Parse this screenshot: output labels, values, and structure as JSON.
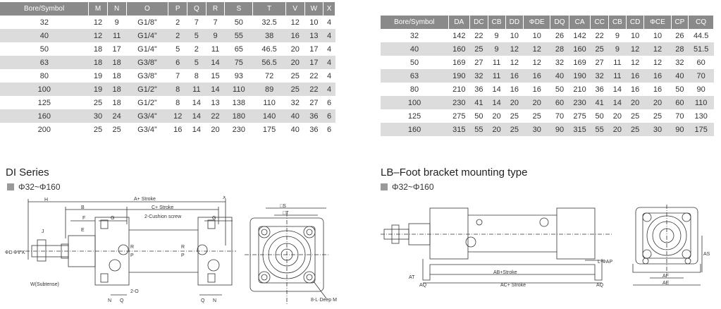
{
  "tableA": {
    "headers": [
      "Bore/Symbol",
      "M",
      "N",
      "O",
      "P",
      "Q",
      "R",
      "S",
      "T",
      "V",
      "W",
      "X"
    ],
    "rows": [
      [
        "32",
        "12",
        "9",
        "G1/8”",
        "2",
        "7",
        "7",
        "50",
        "32.5",
        "12",
        "10",
        "4"
      ],
      [
        "40",
        "12",
        "11",
        "G1/4”",
        "2",
        "5",
        "9",
        "55",
        "38",
        "16",
        "13",
        "4"
      ],
      [
        "50",
        "18",
        "17",
        "G1/4”",
        "5",
        "2",
        "11",
        "65",
        "46.5",
        "20",
        "17",
        "4"
      ],
      [
        "63",
        "18",
        "18",
        "G3/8”",
        "6",
        "5",
        "14",
        "75",
        "56.5",
        "20",
        "17",
        "4"
      ],
      [
        "80",
        "19",
        "18",
        "G3/8”",
        "7",
        "8",
        "15",
        "93",
        "72",
        "25",
        "22",
        "4"
      ],
      [
        "100",
        "19",
        "18",
        "G1/2”",
        "8",
        "11",
        "14",
        "110",
        "89",
        "25",
        "22",
        "4"
      ],
      [
        "125",
        "25",
        "18",
        "G1/2”",
        "8",
        "14",
        "13",
        "138",
        "110",
        "32",
        "27",
        "6"
      ],
      [
        "160",
        "30",
        "24",
        "G3/4”",
        "12",
        "14",
        "22",
        "180",
        "140",
        "40",
        "36",
        "6"
      ],
      [
        "200",
        "25",
        "25",
        "G3/4”",
        "16",
        "14",
        "20",
        "230",
        "175",
        "40",
        "36",
        "6"
      ]
    ]
  },
  "tableB": {
    "headers": [
      "Bore/Symbol",
      "DA",
      "DC",
      "CB",
      "DD",
      "ΦDE",
      "DQ",
      "CA",
      "CC",
      "CB",
      "CD",
      "ΦCE",
      "CP",
      "CQ"
    ],
    "rows": [
      [
        "32",
        "142",
        "22",
        "9",
        "10",
        "10",
        "26",
        "142",
        "22",
        "9",
        "10",
        "10",
        "26",
        "44.5"
      ],
      [
        "40",
        "160",
        "25",
        "9",
        "12",
        "12",
        "28",
        "160",
        "25",
        "9",
        "12",
        "12",
        "28",
        "51.5"
      ],
      [
        "50",
        "169",
        "27",
        "11",
        "12",
        "12",
        "32",
        "169",
        "27",
        "11",
        "12",
        "12",
        "32",
        "60"
      ],
      [
        "63",
        "190",
        "32",
        "11",
        "16",
        "16",
        "40",
        "190",
        "32",
        "11",
        "16",
        "16",
        "40",
        "70"
      ],
      [
        "80",
        "210",
        "36",
        "14",
        "16",
        "16",
        "50",
        "210",
        "36",
        "14",
        "16",
        "16",
        "50",
        "90"
      ],
      [
        "100",
        "230",
        "41",
        "14",
        "20",
        "20",
        "60",
        "230",
        "41",
        "14",
        "20",
        "20",
        "60",
        "110"
      ],
      [
        "125",
        "275",
        "50",
        "20",
        "25",
        "25",
        "70",
        "275",
        "50",
        "20",
        "25",
        "25",
        "70",
        "130"
      ],
      [
        "160",
        "315",
        "55",
        "20",
        "25",
        "30",
        "90",
        "315",
        "55",
        "20",
        "25",
        "30",
        "90",
        "175"
      ]
    ]
  },
  "sections": {
    "di": {
      "title": "DI Series",
      "subtitle": "Φ32~Φ160"
    },
    "lb": {
      "title": "LB–Foot bracket mounting type",
      "subtitle": "Φ32~Φ160"
    }
  },
  "drawing_di": {
    "H": "H",
    "A_stroke": "A+ Stroke",
    "B": "B",
    "C_stroke": "C+ Stroke",
    "X": "X",
    "F": "F",
    "G": "G",
    "cushion": "2-Cushion screw",
    "E": "E",
    "J": "J",
    "phiD": "ΦD",
    "phiV": "ΦV",
    "K": "K",
    "P": "P",
    "R": "R",
    "W": "W(Subtense)",
    "N": "N",
    "O": "2-O",
    "Q": "Q",
    "S": "□S",
    "T": "□T",
    "L": "8-L·Deep M"
  },
  "drawing_lb": {
    "L_phiAP": "L-ΦAP",
    "AB": "AB+Stroke",
    "AC": "AC+ Stroke",
    "AQ": "AQ",
    "AT": "AT",
    "AS": "AS",
    "AF": "AF",
    "AE": "AE"
  },
  "colors": {
    "header_bg": "#8a8a8a",
    "alt_row": "#dcdcdc",
    "line": "#333333"
  }
}
